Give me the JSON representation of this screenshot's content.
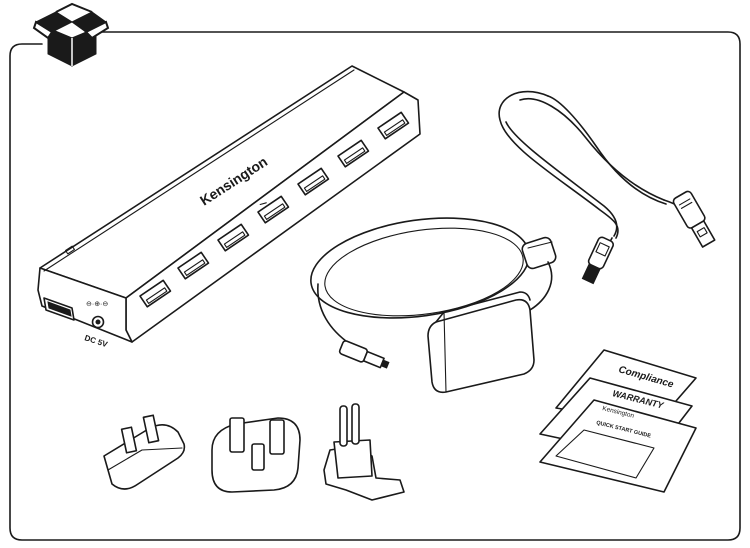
{
  "hub": {
    "brand": "Kensington",
    "power_label": "DC 5V"
  },
  "docs": {
    "compliance": "Compliance",
    "warranty": "WARRANTY",
    "brand": "Kensington",
    "guide": "QUICK START GUIDE"
  },
  "icons": {
    "package": "open-box-icon"
  }
}
